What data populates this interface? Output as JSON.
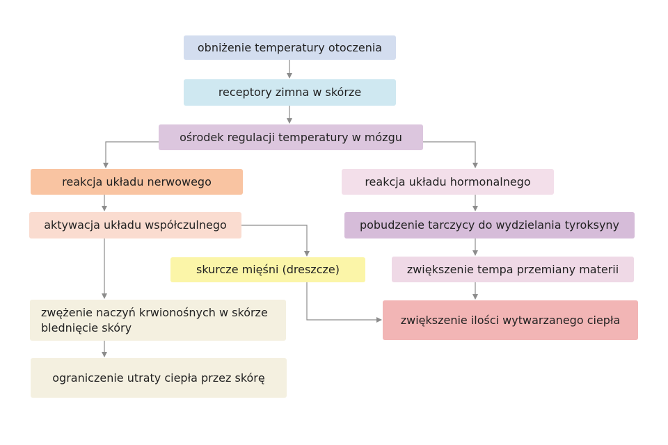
{
  "colors": {
    "blue": "#d3ddef",
    "cyan": "#cfe8f1",
    "purple_light": "#dcc6de",
    "orange": "#f9c4a2",
    "pink_light": "#f3dfea",
    "peach": "#fadcd0",
    "purple": "#d6bcd9",
    "yellow": "#fbf5a8",
    "pink": "#efd9e6",
    "cream": "#f4f0e0",
    "red": "#f2b5b5",
    "arrow": "#8c8c8c"
  },
  "nodes": {
    "ambient_drop": "obniżenie temperatury otoczenia",
    "cold_receptors": "receptory zimna w skórze",
    "brain_center": "ośrodek regulacji temperatury w mózgu",
    "nervous_reaction": "reakcja układu nerwowego",
    "hormonal_reaction": "reakcja układu hormonalnego",
    "sympathetic_activation": "aktywacja układu współczulnego",
    "thyroid_stimulation": "pobudzenie tarczycy do wydzielania tyroksyny",
    "muscle_shivers": "skurcze mięśni (dreszcze)",
    "metabolism_increase": "zwiększenie tempa przemiany materii",
    "vasoconstriction_line1": "zwężenie naczyń krwionośnych w skórze",
    "vasoconstriction_line2": "blednięcie skóry",
    "heat_production": "zwiększenie ilości wytwarzanego ciepła",
    "heat_loss_limit": "ograniczenie utraty ciepła przez skórę"
  }
}
